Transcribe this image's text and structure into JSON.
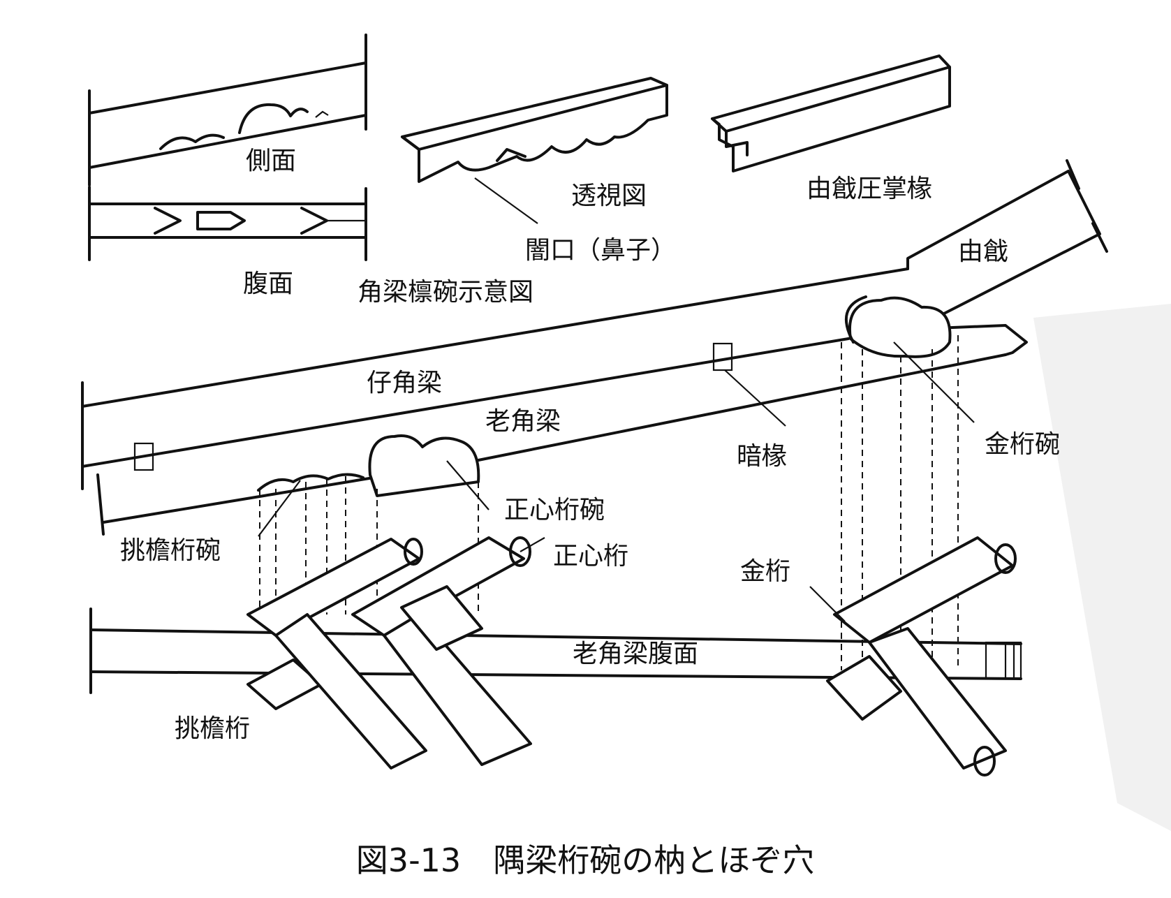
{
  "caption": "図3-13　隅梁桁碗の枘とほぞ穴",
  "colors": {
    "line": "#111111",
    "background": "#ffffff",
    "watermark": "#f1f1f1"
  },
  "labels": {
    "side_view": "側面",
    "bottom_view": "腹面",
    "perspective_view": "透視図",
    "tenon_opening": "闇口（鼻子）",
    "corner_beam_purlin_bowl_diagram": "角梁檩碗示意図",
    "youjian_rafter": "由戧圧掌椽",
    "youjian": "由戧",
    "child_corner_beam": "仔角梁",
    "old_corner_beam": "老角梁",
    "hidden_rafter": "暗椽",
    "gold_purlin_bowl": "金桁碗",
    "center_purlin_bowl": "正心桁碗",
    "eave_purlin_bowl": "挑檐桁碗",
    "center_purlin": "正心桁",
    "gold_purlin": "金桁",
    "old_corner_beam_bottom": "老角梁腹面",
    "eave_purlin": "挑檐桁"
  }
}
